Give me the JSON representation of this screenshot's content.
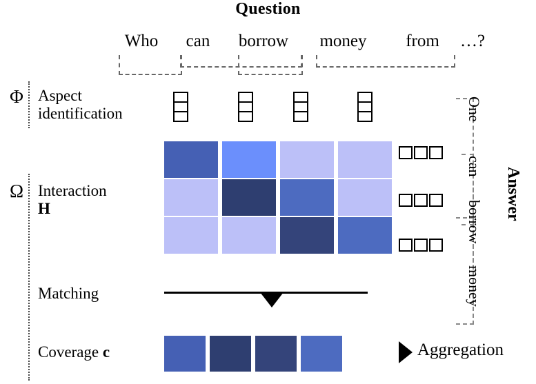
{
  "title": "Question",
  "answer_title": "Answer",
  "question": {
    "words": [
      "Who",
      "can",
      "borrow",
      "money",
      "from",
      "…?"
    ]
  },
  "rows": [
    {
      "greek": "Φ",
      "label_line1": "Aspect",
      "label_line2": "identification"
    },
    {
      "greek": "Ω",
      "label_line1": "Interaction",
      "label_line2": "H"
    },
    {
      "greek": "",
      "label_line1": "Matching",
      "label_line2": ""
    },
    {
      "greek": "",
      "label_line1": "Coverage",
      "label_line2": "c"
    }
  ],
  "labels": {
    "aspect_l1": "Aspect",
    "aspect_l2": "identification",
    "interaction_l1": "Interaction",
    "interaction_l2": "H",
    "matching": "Matching",
    "coverage": "Coverage",
    "coverage_sym": "c",
    "aggregation": "Aggregation",
    "phi": "Φ",
    "omega": "Ω"
  },
  "answer": {
    "words": [
      "One",
      "can",
      "borrow",
      "money"
    ]
  },
  "chart_data": {
    "type": "heatmap",
    "title": "Interaction H",
    "xlabel": "",
    "ylabel": "",
    "x_categories": [
      "Who",
      "can",
      "borrow",
      "money"
    ],
    "y_categories": [
      "One",
      "can",
      "borrow"
    ],
    "colors": [
      [
        "#4560b4",
        "#6b8ffc",
        "#bcc0f8",
        "#bcc0f8"
      ],
      [
        "#bcc0f8",
        "#2e3e70",
        "#4d6bc0",
        "#bcc0f8"
      ],
      [
        "#bcc0f8",
        "#bcc0f8",
        "#34447a",
        "#4d6bc0"
      ]
    ],
    "values": [
      [
        0.62,
        0.85,
        0.18,
        0.18
      ],
      [
        0.18,
        1.0,
        0.55,
        0.18
      ],
      [
        0.18,
        0.18,
        0.95,
        0.55
      ]
    ],
    "coverage": {
      "categories": [
        "Who",
        "can",
        "borrow",
        "money"
      ],
      "values": [
        0.62,
        1.0,
        0.95,
        0.55
      ],
      "colors": [
        "#4560b4",
        "#2e3e70",
        "#34447a",
        "#4d6bc0"
      ]
    },
    "legend": [],
    "grid": false
  },
  "palette": {
    "light": "#bcc0f8",
    "bright": "#6b8ffc",
    "mid": "#4560b4",
    "mid2": "#4d6bc0",
    "dark": "#34447a",
    "darkest": "#2e3e70",
    "ink": "#000000",
    "dash": "#777777"
  }
}
